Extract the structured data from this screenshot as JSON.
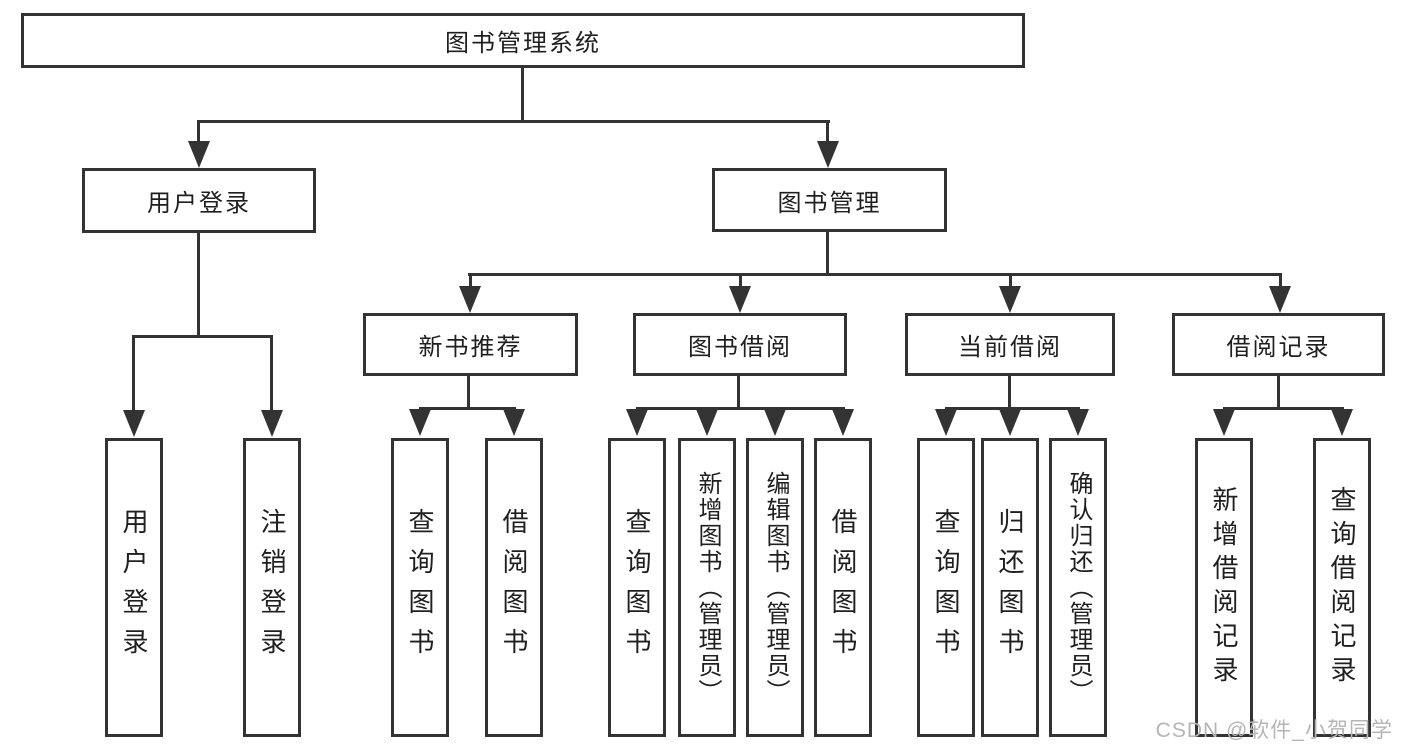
{
  "nodes": {
    "root": {
      "label": "图书管理系统"
    },
    "l2": [
      {
        "label": "用户登录"
      },
      {
        "label": "图书管理"
      }
    ],
    "l3": [
      {
        "label": "新书推荐"
      },
      {
        "label": "图书借阅"
      },
      {
        "label": "当前借阅"
      },
      {
        "label": "借阅记录"
      }
    ],
    "leaves": {
      "login": [
        "用户登录",
        "注销登录"
      ],
      "recommend": [
        "查询图书",
        "借阅图书"
      ],
      "borrow": [
        "查询图书",
        "新增图书（管理员）",
        "编辑图书（管理员）",
        "借阅图书"
      ],
      "current": [
        "查询图书",
        "归还图书",
        "确认归还（管理员）"
      ],
      "records": [
        "新增借阅记录",
        "查询借阅记录"
      ]
    }
  },
  "watermark": {
    "text": "CSDN @软件_小贺同学"
  },
  "colors": {
    "line": "#333333",
    "text": "#1f1f1f",
    "watermark": "#b5b5b5",
    "background": "#ffffff"
  }
}
